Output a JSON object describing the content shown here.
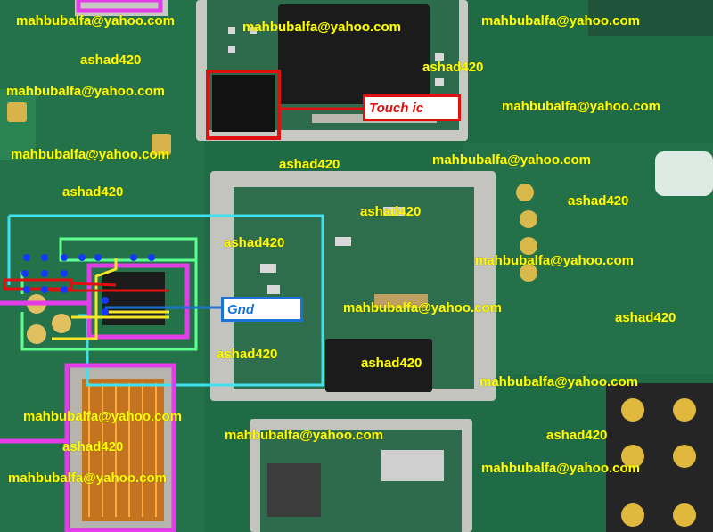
{
  "image": {
    "width": 800,
    "height": 597,
    "labels": {
      "touch_ic": "Touch ic",
      "gnd": "Gnd"
    },
    "watermark_email": "mahbubalfa@yahoo.com",
    "watermark_handle": "ashad420",
    "colors": {
      "board": "#1f6b45",
      "shield": "#bdbdb8",
      "watermark": "#ffff00",
      "touch_line": "#e01010",
      "gnd_line": "#1a73d9",
      "cyan_trace": "#3fe0f0",
      "green_trace": "#5fff8f",
      "magenta_trace": "#e23de8",
      "yellow_trace": "#f5e62b",
      "dot": "#1437ff"
    }
  }
}
